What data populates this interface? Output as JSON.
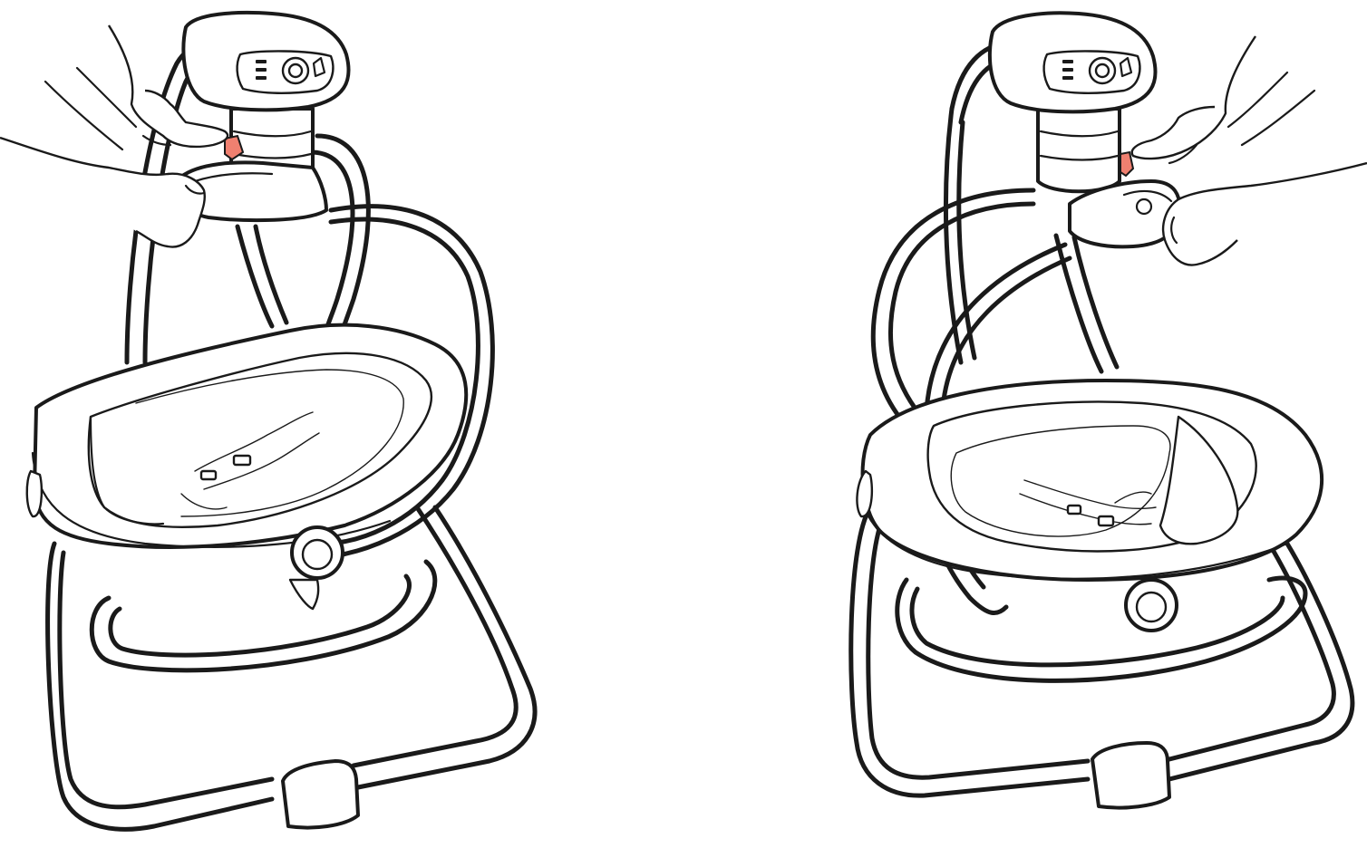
{
  "figure": {
    "panels": [
      {
        "id": "left",
        "view": "front-left",
        "button_side": "left"
      },
      {
        "id": "right",
        "view": "front-right",
        "button_side": "right"
      }
    ],
    "colors": {
      "line": "#1a1a1a",
      "background": "#ffffff",
      "highlight_button": "#f08070"
    },
    "icons": [
      "baby-swing",
      "hand",
      "release-button"
    ]
  }
}
